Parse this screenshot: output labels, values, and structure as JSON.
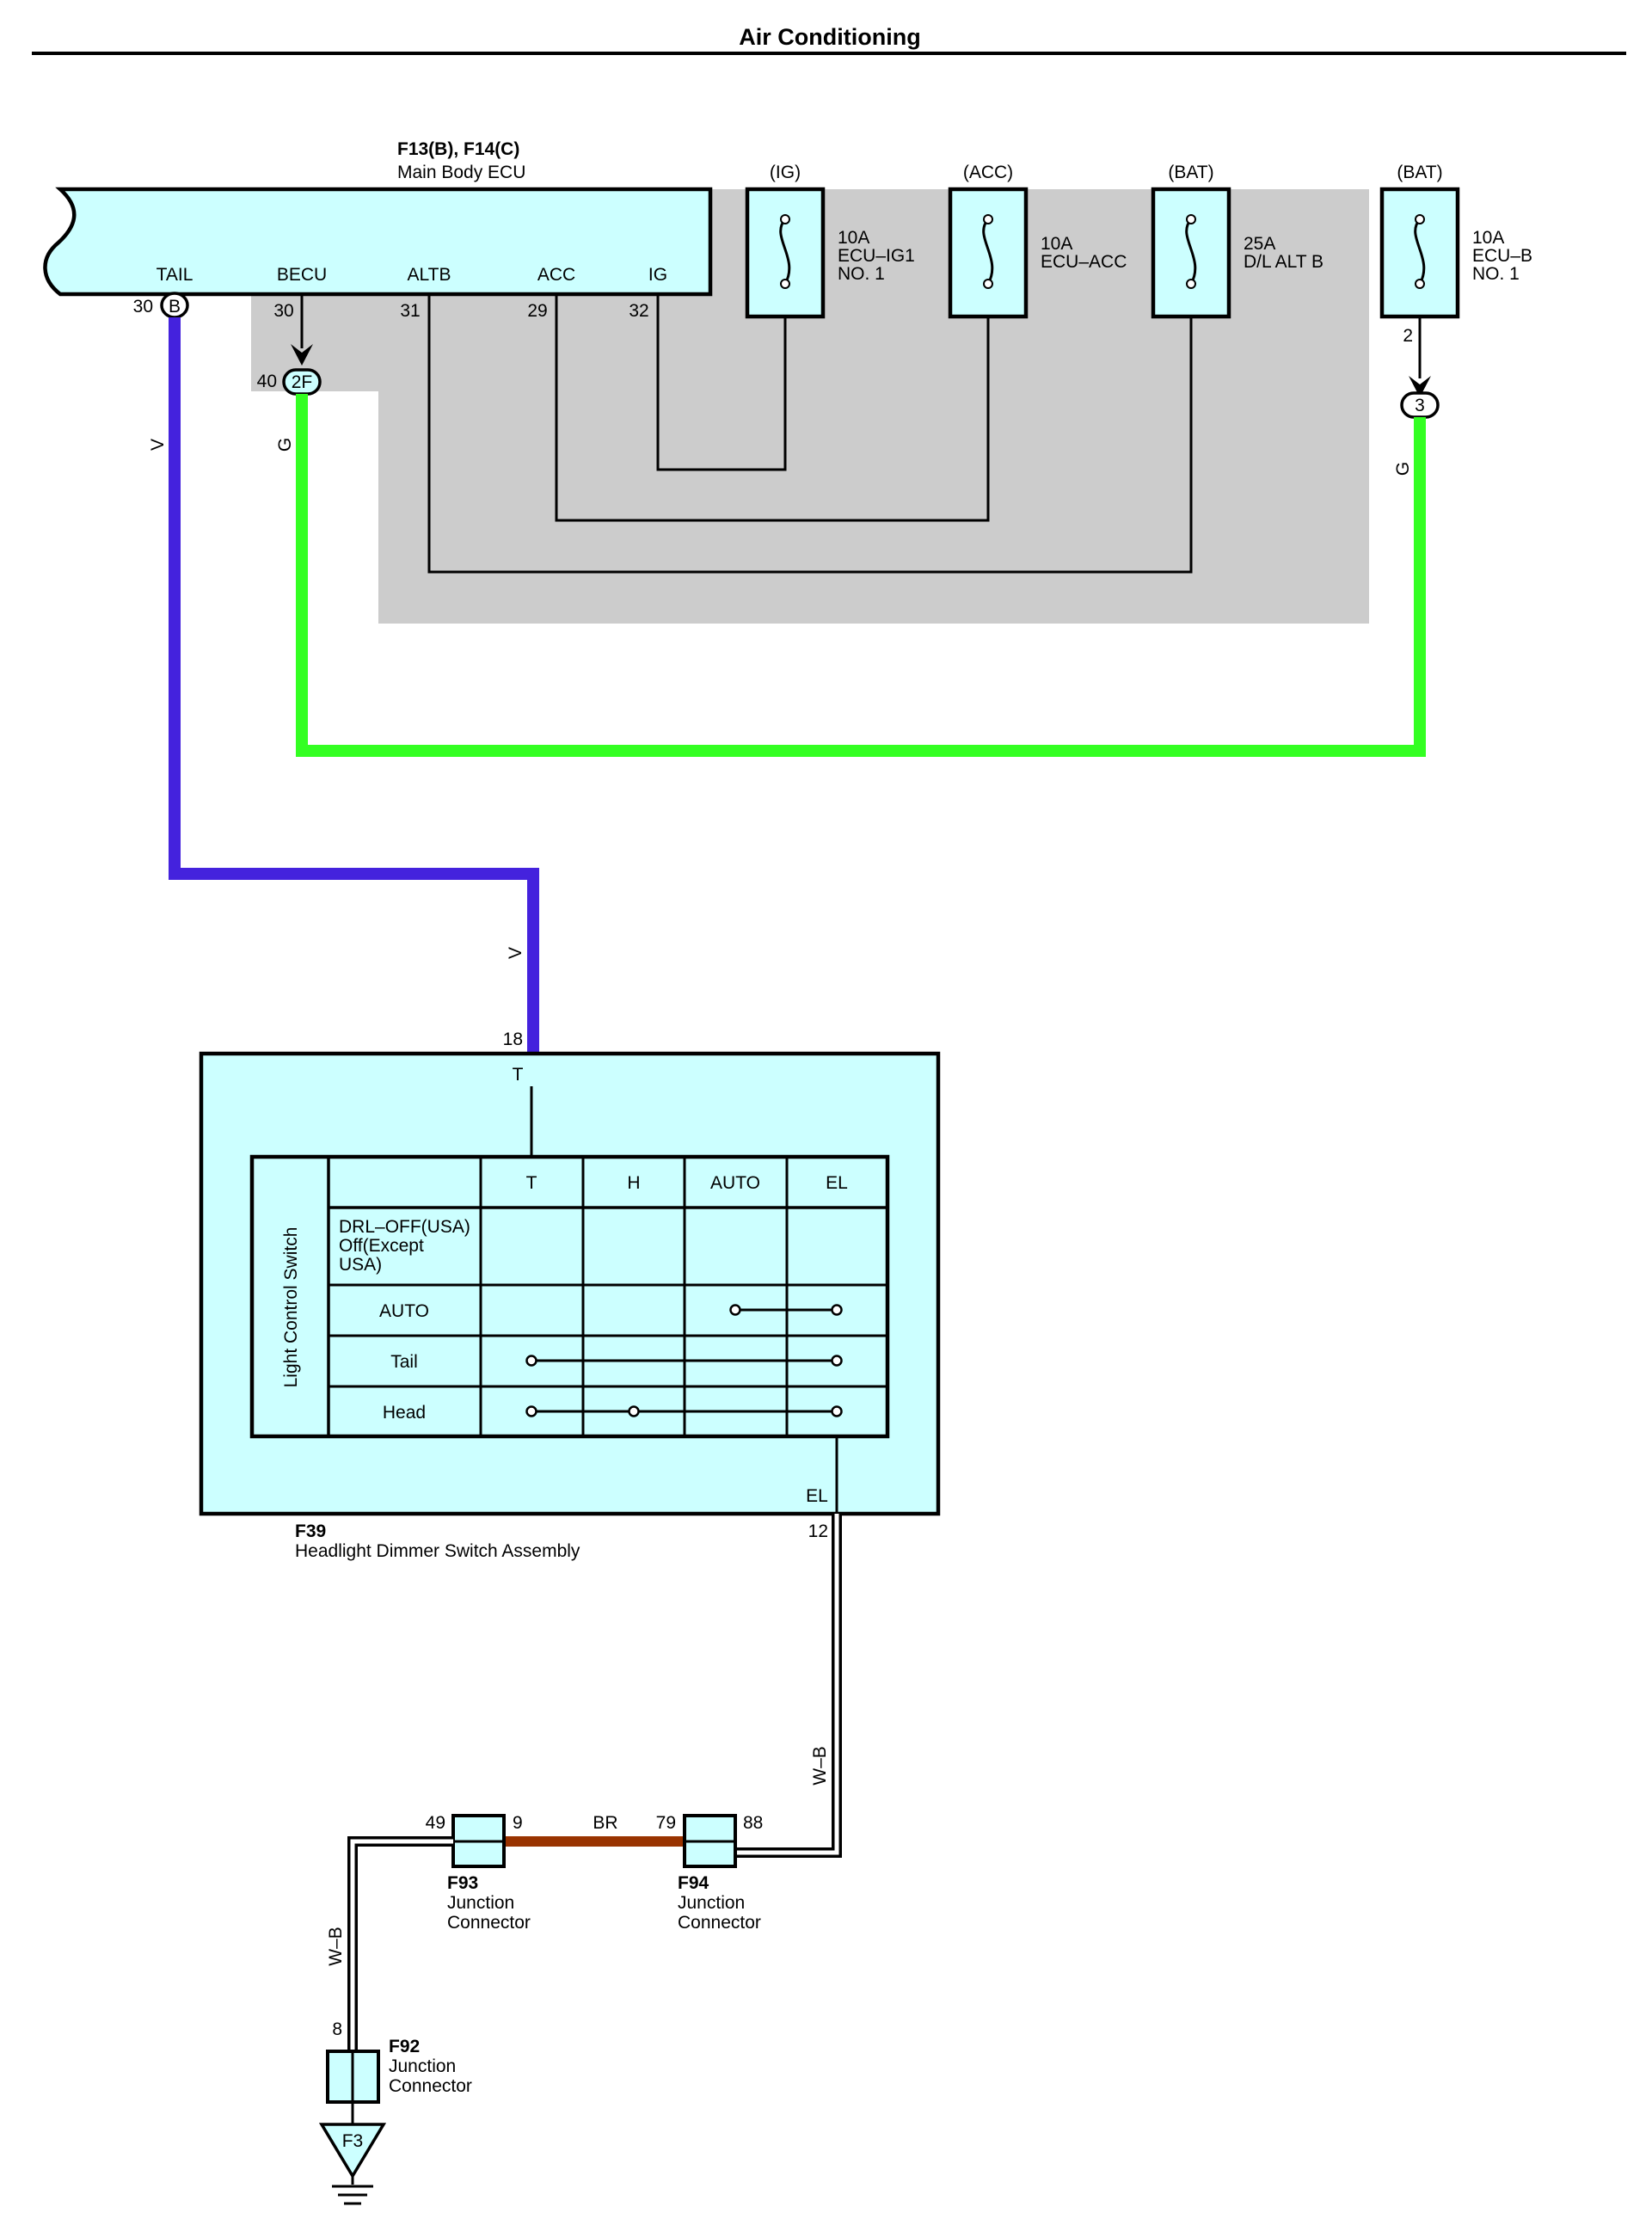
{
  "header": {
    "title": "Air Conditioning"
  },
  "ecu": {
    "ref": "F13(B), F14(C)",
    "name": "Main Body ECU",
    "terminals": {
      "tail": "TAIL",
      "becu": "BECU",
      "altb": "ALTB",
      "acc": "ACC",
      "ig": "IG"
    },
    "pins": {
      "tail": "30",
      "becu": "30",
      "altb": "31",
      "acc": "29",
      "ig": "32"
    },
    "connector_b": "B",
    "connector_2f": "2F",
    "pin_40": "40"
  },
  "fuses": [
    {
      "source": "(IG)",
      "amps": "10A",
      "line1": "ECU–IG1",
      "line2": "NO. 1"
    },
    {
      "source": "(ACC)",
      "amps": "10A",
      "line1": "ECU–ACC",
      "line2": ""
    },
    {
      "source": "(BAT)",
      "amps": "25A",
      "line1": "D/L ALT B",
      "line2": ""
    },
    {
      "source": "(BAT)",
      "amps": "10A",
      "line1": "ECU–B",
      "line2": "NO. 1"
    }
  ],
  "ecub_pin": "2",
  "ecub_connector": "3",
  "wires": {
    "v1": "V",
    "v2": "V",
    "g1": "G",
    "g2": "G",
    "br": "BR",
    "wb1": "W–B",
    "wb2": "W–B"
  },
  "colors": {
    "violet": "#4422dd",
    "green": "#33ff22",
    "brown": "#993300",
    "cyan": "#ccffff",
    "gray": "#cccccc"
  },
  "switch_assembly": {
    "ref": "F39",
    "name": "Headlight Dimmer Switch Assembly",
    "pin_top": "18",
    "term_top": "T",
    "pin_bottom": "12",
    "term_bottom": "EL",
    "table": {
      "side_label": "Light Control Switch",
      "columns": [
        "T",
        "H",
        "AUTO",
        "EL"
      ],
      "rows": [
        {
          "label_lines": [
            "DRL–OFF(USA)",
            "Off(Except",
            "USA)"
          ]
        },
        {
          "label": "AUTO"
        },
        {
          "label": "Tail"
        },
        {
          "label": "Head"
        }
      ]
    }
  },
  "junctions": {
    "f93": {
      "ref": "F93",
      "line1": "Junction",
      "line2": "Connector",
      "pin_left": "49",
      "pin_right": "9"
    },
    "f94": {
      "ref": "F94",
      "line1": "Junction",
      "line2": "Connector",
      "pin_left": "79",
      "pin_right": "88"
    },
    "f92": {
      "ref": "F92",
      "line1": "Junction",
      "line2": "Connector",
      "pin_top": "8"
    }
  },
  "ground": "F3"
}
